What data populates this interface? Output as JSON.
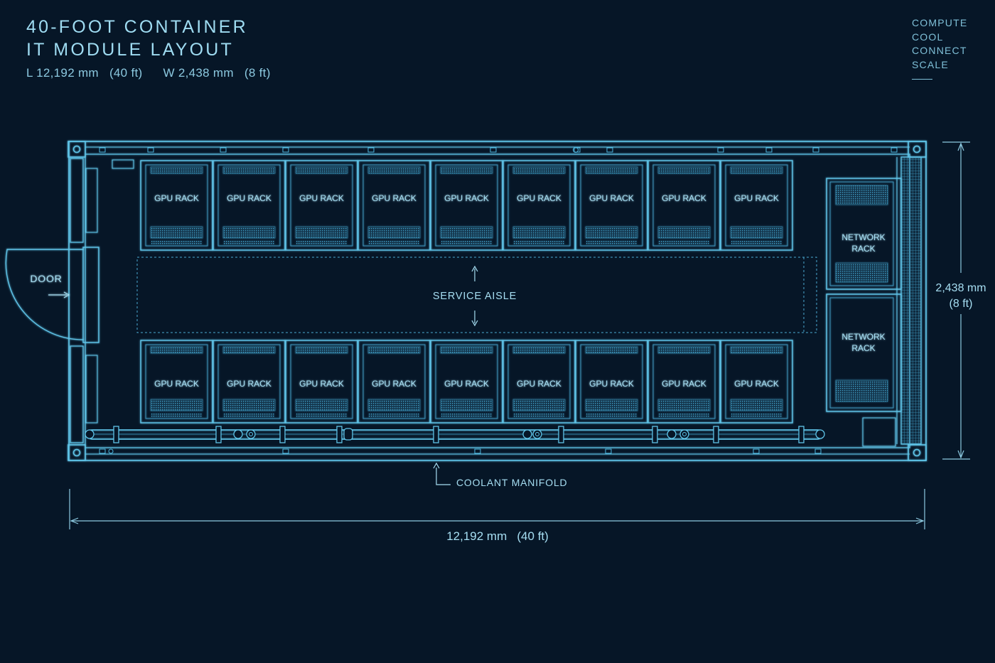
{
  "header": {
    "title_line1": "40-FOOT CONTAINER",
    "title_line2": "IT MODULE LAYOUT",
    "length_dim": "L 12,192 mm   (40 ft)",
    "width_dim": "W 2,438 mm   (8 ft)"
  },
  "tagline": [
    "COMPUTE",
    "COOL",
    "CONNECT",
    "SCALE"
  ],
  "labels": {
    "door": "DOOR",
    "service_aisle": "SERVICE AISLE",
    "coolant_manifold": "COOLANT MANIFOLD",
    "gpu_rack": "GPU RACK",
    "network_rack_line1": "NETWORK",
    "network_rack_line2": "RACK"
  },
  "racks": {
    "gpu_per_row": 9,
    "gpu_rows": 2,
    "network_count": 2
  },
  "dimensions": {
    "length": "12,192 mm   (40 ft)",
    "width_line1": "2,438 mm",
    "width_line2": "(8 ft)"
  },
  "colors": {
    "background": "#061627",
    "line": "#5fc4e8",
    "line_dim": "#3a8fb5",
    "text": "#a6def2"
  }
}
